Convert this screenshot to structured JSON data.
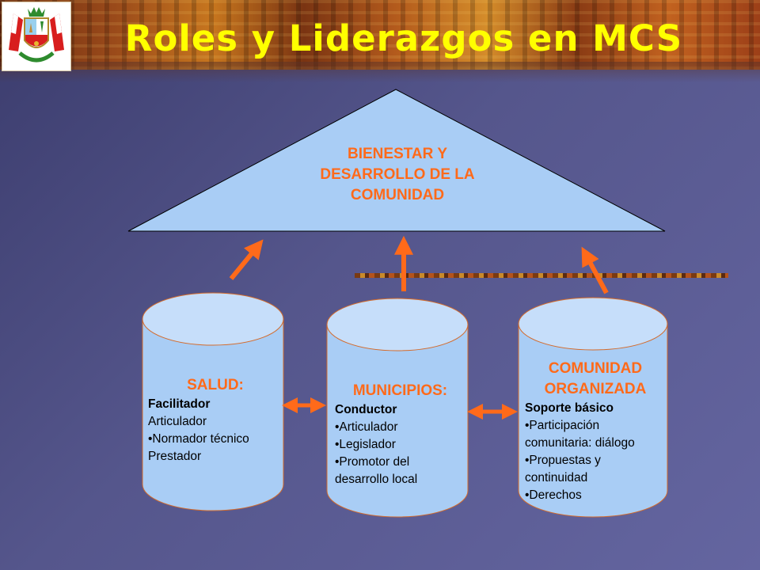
{
  "slide": {
    "title": "Roles y Liderazgos en MCS"
  },
  "colors": {
    "title": "#ffff00",
    "accent_text": "#ff6a1a",
    "arrow": "#ff6a1a",
    "shape_fill": "#a9cdf5",
    "shape_top": "#c6defa"
  },
  "triangle": {
    "lines": [
      "BIENESTAR Y",
      "DESARROLLO  DE LA",
      "COMUNIDAD"
    ]
  },
  "salud": {
    "heading": "SALUD:",
    "role": "Facilitador",
    "items": [
      "Articulador",
      "•Normador técnico",
      "Prestador"
    ]
  },
  "municipios": {
    "heading": "MUNICIPIOS:",
    "role": "Conductor",
    "items": [
      "•Articulador",
      "•Legislador",
      "•Promotor  del",
      "desarrollo local"
    ]
  },
  "comunidad": {
    "heading_lines": [
      "COMUNIDAD",
      "ORGANIZADA"
    ],
    "role": "Soporte básico",
    "items": [
      "•Participación",
      "comunitaria: diálogo",
      "•Propuestas y",
      "continuidad",
      "•Derechos"
    ]
  },
  "icons": {
    "crest": "peru-coat-of-arms-icon",
    "arrow_up": "arrow-up-icon",
    "arrow_double": "double-arrow-icon"
  }
}
